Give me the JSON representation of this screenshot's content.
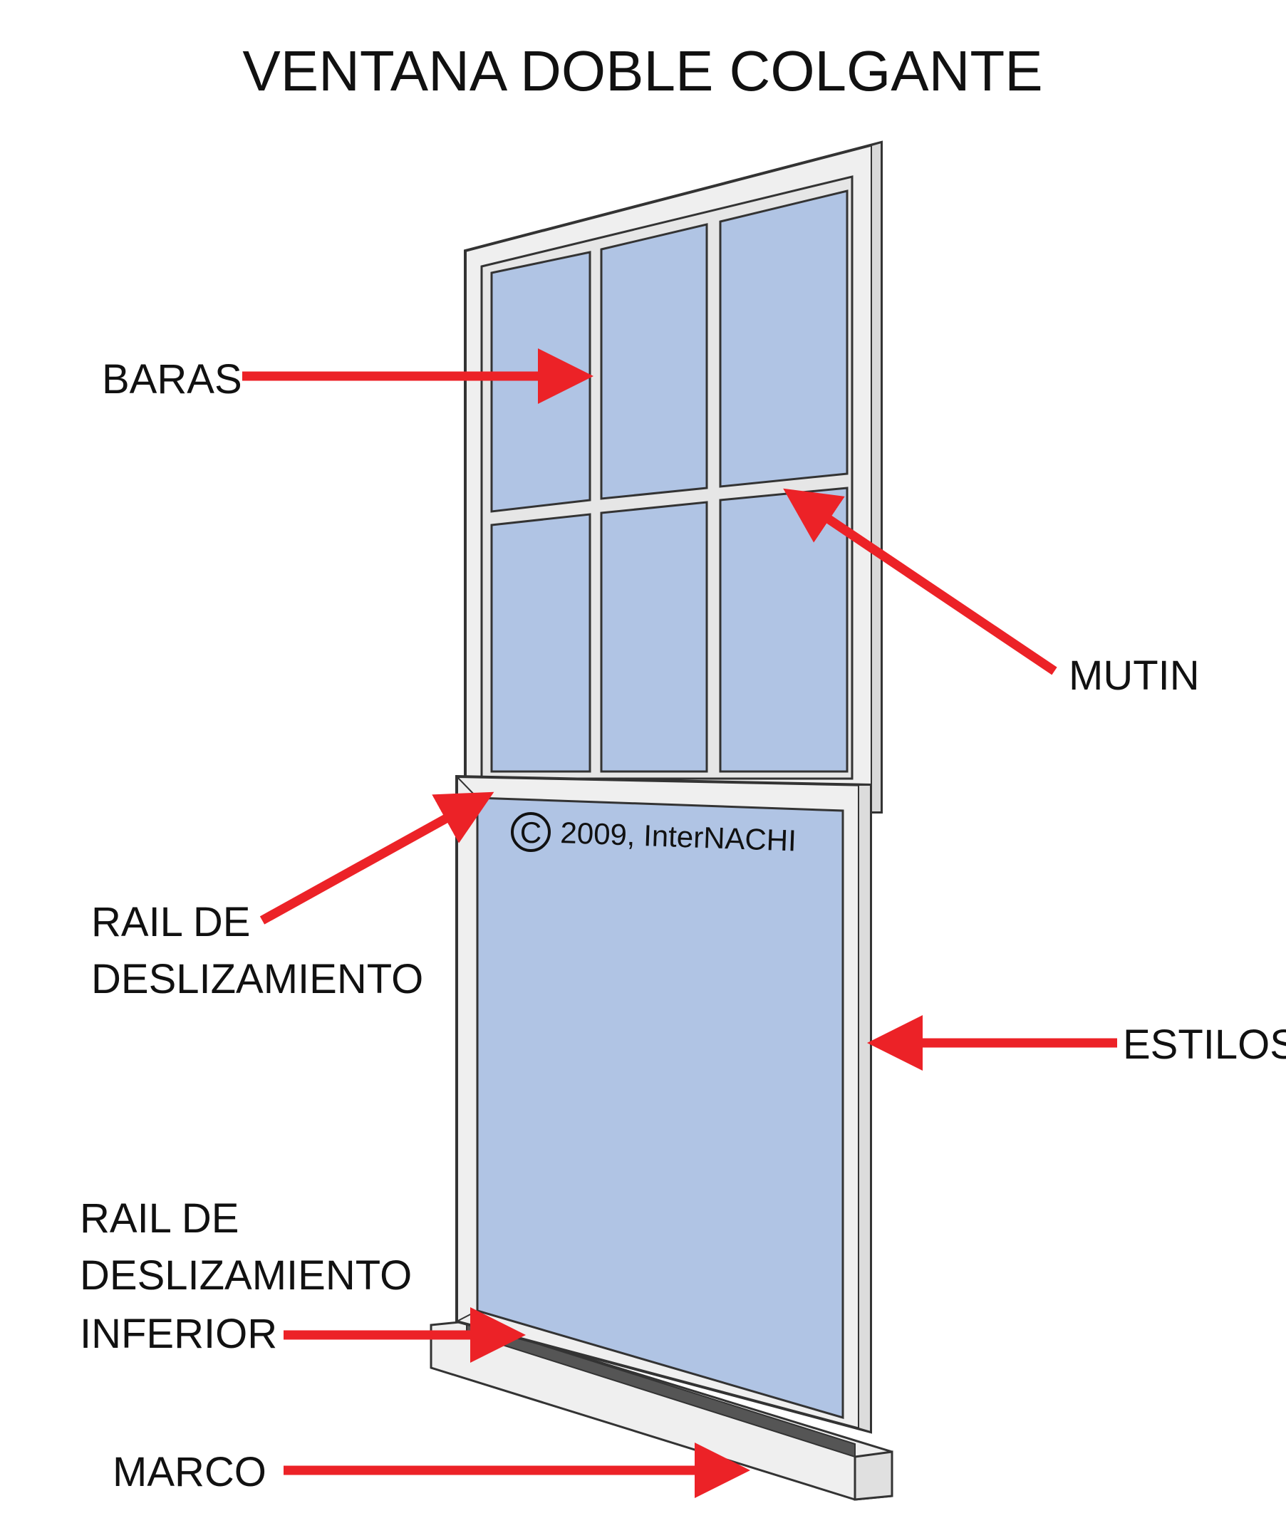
{
  "title": "VENTANA DOBLE  COLGANTE",
  "copyright": {
    "symbol": "C",
    "text": "2009, InterNACHI"
  },
  "labels": {
    "baras": "BARAS",
    "mutin": "MUTIN",
    "rail_top": [
      "RAIL DE",
      "DESLIZAMIENTO"
    ],
    "estilos": "ESTILOS",
    "rail_bottom": [
      "RAIL DE",
      "DESLIZAMIENTO",
      "INFERIOR"
    ],
    "marco": "MARCO"
  },
  "colors": {
    "glass": "#b0c4e4",
    "frame": "#efefef",
    "outline": "#333333",
    "arrow": "#ec2227",
    "sill_shadow": "#555555",
    "text": "#111111"
  }
}
